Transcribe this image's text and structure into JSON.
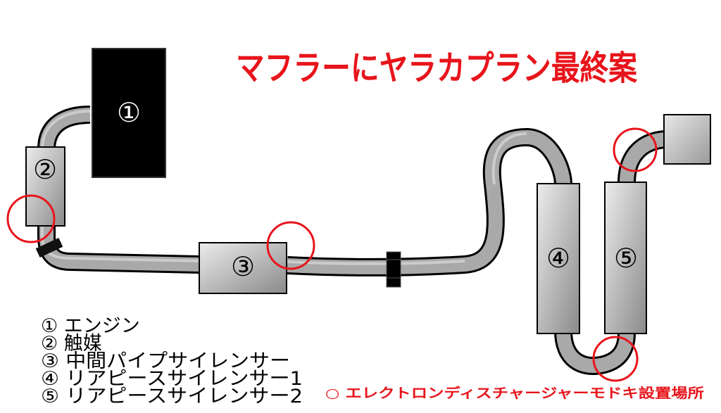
{
  "title": "マフラーにヤラカプラン最終案",
  "components": [
    {
      "id": "engine",
      "label": "①"
    },
    {
      "id": "catalyst",
      "label": "②"
    },
    {
      "id": "center-silencer",
      "label": "③"
    },
    {
      "id": "rear-silencer-1",
      "label": "④"
    },
    {
      "id": "rear-silencer-2",
      "label": "⑤"
    }
  ],
  "legend": [
    "① エンジン",
    "② 触媒",
    "③ 中間パイプサイレンサー",
    "④ リアピースサイレンサー1",
    "⑤ リアピースサイレンサー2"
  ],
  "note": "○ エレクトロンディスチャージャーモドキ設置場所",
  "colors": {
    "title": "#e8141b",
    "marker": "#e8141b",
    "engine": "#000000",
    "silencer_light": "#e6e6e6",
    "silencer_dark": "#8c8c8c"
  }
}
